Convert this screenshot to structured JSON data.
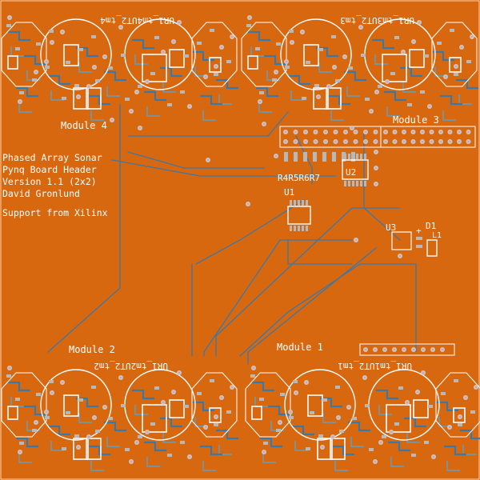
{
  "board": {
    "copper_color": "#d86810",
    "trace_color": "#3a78a8",
    "trace_light": "#5aa0c8",
    "silk_color": "#ffffff",
    "pad_color": "#b8b8b8",
    "via_ring": "#c8c8c8",
    "via_hole": "#e0a0a0"
  },
  "modules": {
    "m1": {
      "label": "Module 1",
      "mirrored": "UR1_tm1UT2_tm1"
    },
    "m2": {
      "label": "Module 2",
      "mirrored": "UR1_tm2UT2_tm2"
    },
    "m3": {
      "label": "Module 3",
      "mirrored": "UR1_tm3UT2_tm3"
    },
    "m4": {
      "label": "Module 4",
      "mirrored": "UR1_tm4UT2_tm4"
    }
  },
  "header_text": {
    "line1": "Phased Array Sonar",
    "line2": "Pynq Board Header",
    "line3": "Version 1.1 (2x2)",
    "line4": "David Gronlund",
    "line5": "Support from Xilinx"
  },
  "refdes": {
    "resistors": "R4R5R6R7",
    "u1": "U1",
    "u2": "U2",
    "u3": "U3",
    "d1": "D1",
    "l1": "L1",
    "plus": "+"
  }
}
